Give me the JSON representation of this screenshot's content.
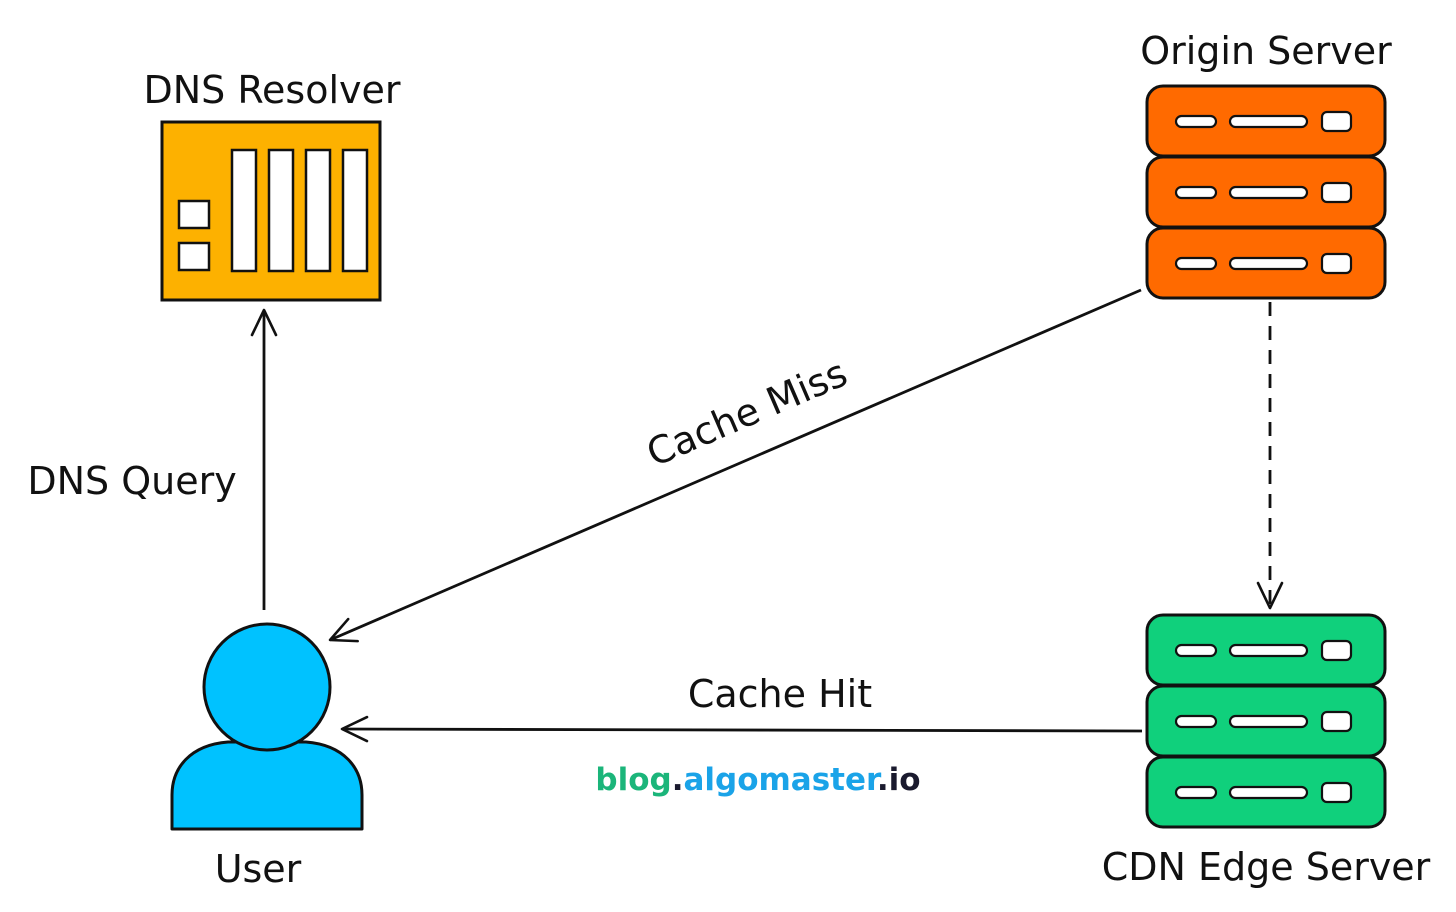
{
  "nodes": {
    "dns_resolver": {
      "label": "DNS Resolver",
      "color": "#FDB100"
    },
    "origin_server": {
      "label": "Origin Server",
      "color": "#FF6A00"
    },
    "cdn_edge_server": {
      "label": "CDN Edge Server",
      "color": "#10D07C"
    },
    "user": {
      "label": "User",
      "color": "#00C2FF"
    }
  },
  "edges": {
    "dns_query": {
      "label": "DNS Query",
      "from": "user",
      "to": "dns_resolver",
      "style": "solid"
    },
    "cache_miss": {
      "label": "Cache Miss",
      "from": "origin_server",
      "to": "user",
      "style": "solid"
    },
    "cache_hit": {
      "label": "Cache Hit",
      "from": "cdn_edge_server",
      "to": "user",
      "style": "solid"
    },
    "origin_to_edge": {
      "label": "",
      "from": "origin_server",
      "to": "cdn_edge_server",
      "style": "dashed"
    }
  },
  "watermark": {
    "part1": "blog",
    "dot1": ".",
    "part2": "algomaster",
    "dot2": ".",
    "part3": "io",
    "color_part1": "#1BB57A",
    "color_part2": "#1AA3E8",
    "color_part3": "#1A1A2E"
  },
  "stroke_color": "#111111"
}
